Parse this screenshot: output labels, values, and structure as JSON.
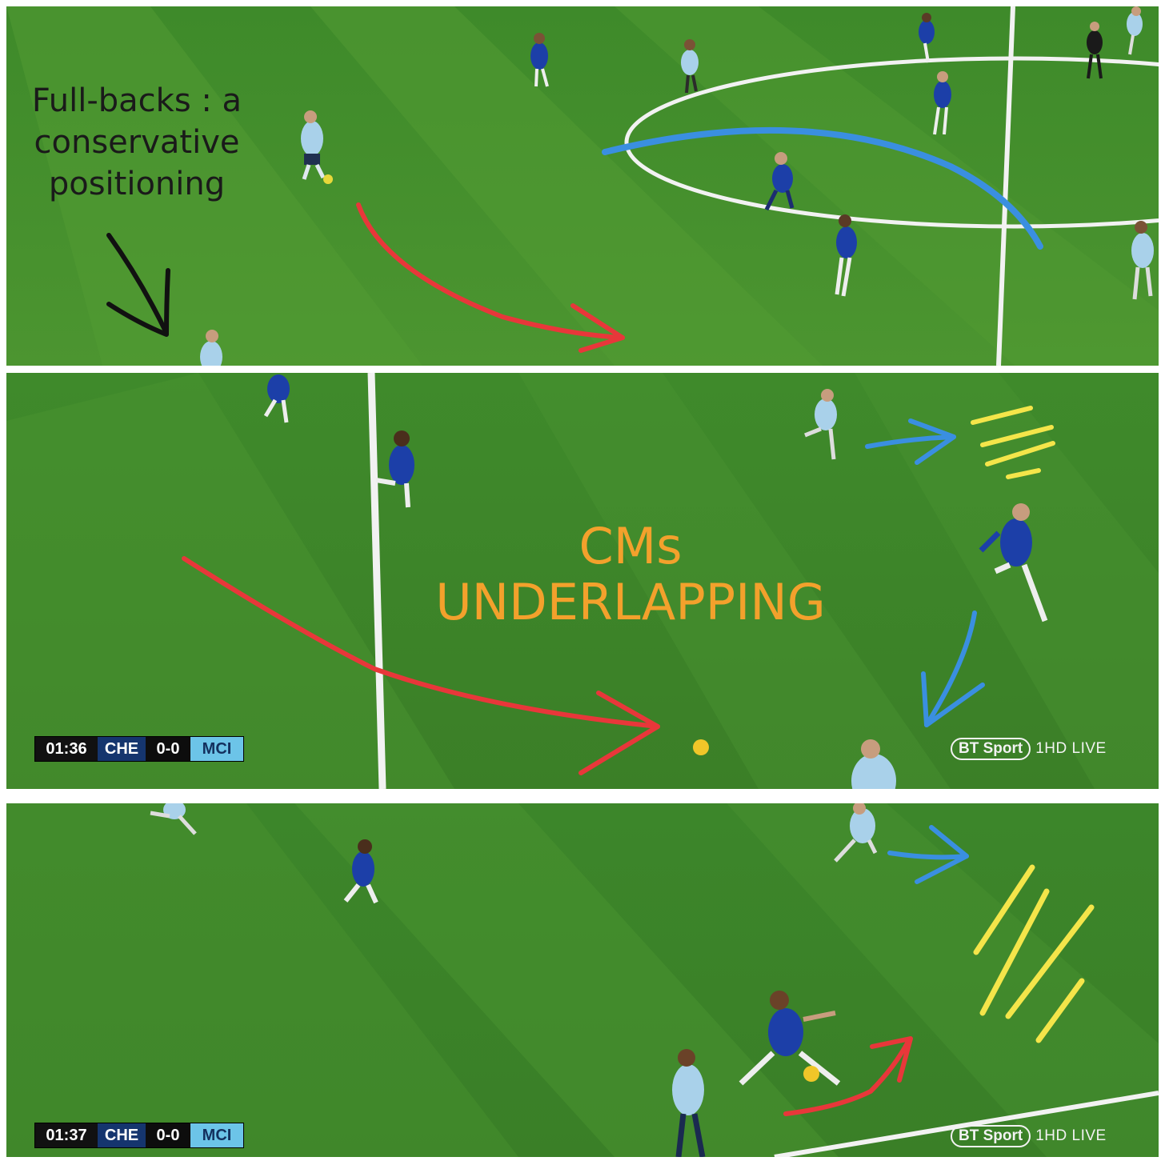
{
  "panels": {
    "top": {
      "annotation": "Full-backs : a conservative positioning"
    },
    "middle": {
      "annotation_line1": "CMs",
      "annotation_line2": "UNDERLAPPING",
      "scoreboard": {
        "time": "01:36",
        "home": "CHE",
        "score": "0-0",
        "away": "MCI"
      },
      "broadcaster": {
        "logo": "BT Sport",
        "channel": "1HD LIVE"
      }
    },
    "bottom": {
      "scoreboard": {
        "time": "01:37",
        "home": "CHE",
        "score": "0-0",
        "away": "MCI"
      },
      "broadcaster": {
        "logo": "BT Sport",
        "channel": "1HD LIVE"
      }
    }
  },
  "colors": {
    "pitch": "#4e8f2c",
    "home_kit": "#1c3fa8",
    "away_kit": "#a9d1ea",
    "arrow_red": "#e8373a",
    "arrow_blue": "#3a8fe0",
    "arrow_black": "#111111",
    "lines_yellow": "#f4e54a",
    "annotation_orange": "#f3a12c"
  }
}
